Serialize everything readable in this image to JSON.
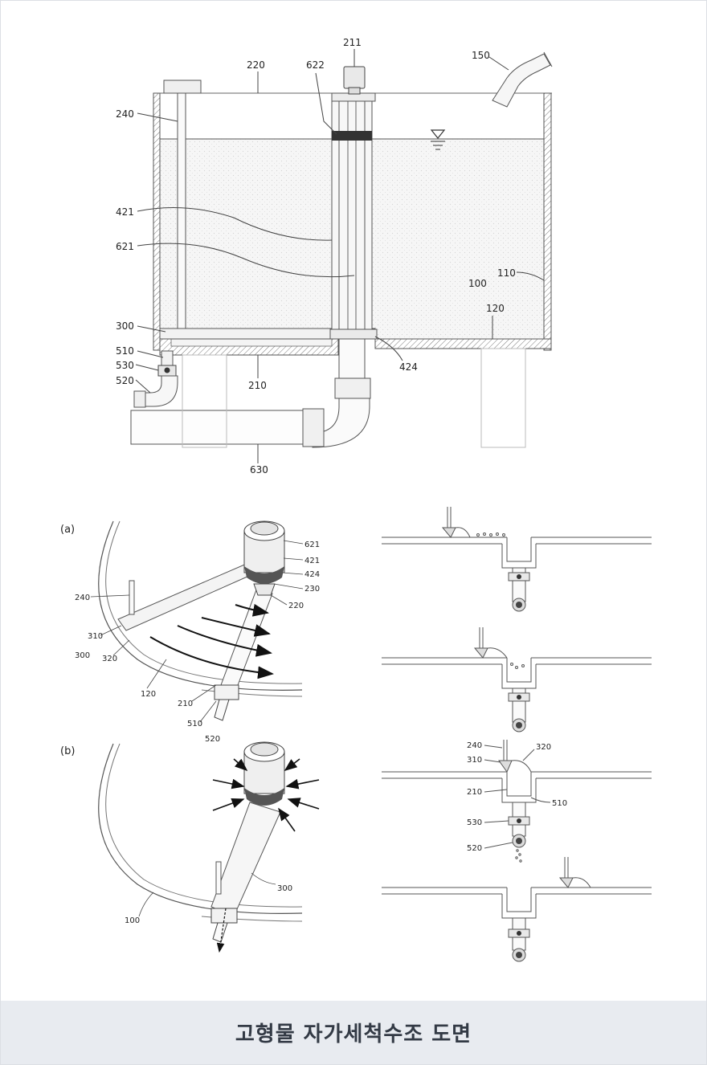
{
  "caption": "고형물 자가세척수조 도면",
  "panel_labels": {
    "a": "(a)",
    "b": "(b)"
  },
  "main_labels": {
    "l211": "211",
    "l220": "220",
    "l622": "622",
    "l150": "150",
    "l240": "240",
    "l421": "421",
    "l621": "621",
    "l100": "100",
    "l110": "110",
    "l120": "120",
    "l300": "300",
    "l510": "510",
    "l530": "530",
    "l520": "520",
    "l210": "210",
    "l424": "424",
    "l630": "630"
  },
  "a_labels": {
    "l621": "621",
    "l421": "421",
    "l424": "424",
    "l230": "230",
    "l220": "220",
    "l240": "240",
    "l310": "310",
    "l300": "300",
    "l320": "320",
    "l120": "120",
    "l210": "210",
    "l510": "510",
    "l520": "520"
  },
  "b_labels": {
    "l300": "300",
    "l100": "100"
  },
  "side_labels": {
    "l240": "240",
    "l320": "320",
    "l310": "310",
    "l210": "210",
    "l510": "510",
    "l530": "530",
    "l520": "520"
  }
}
